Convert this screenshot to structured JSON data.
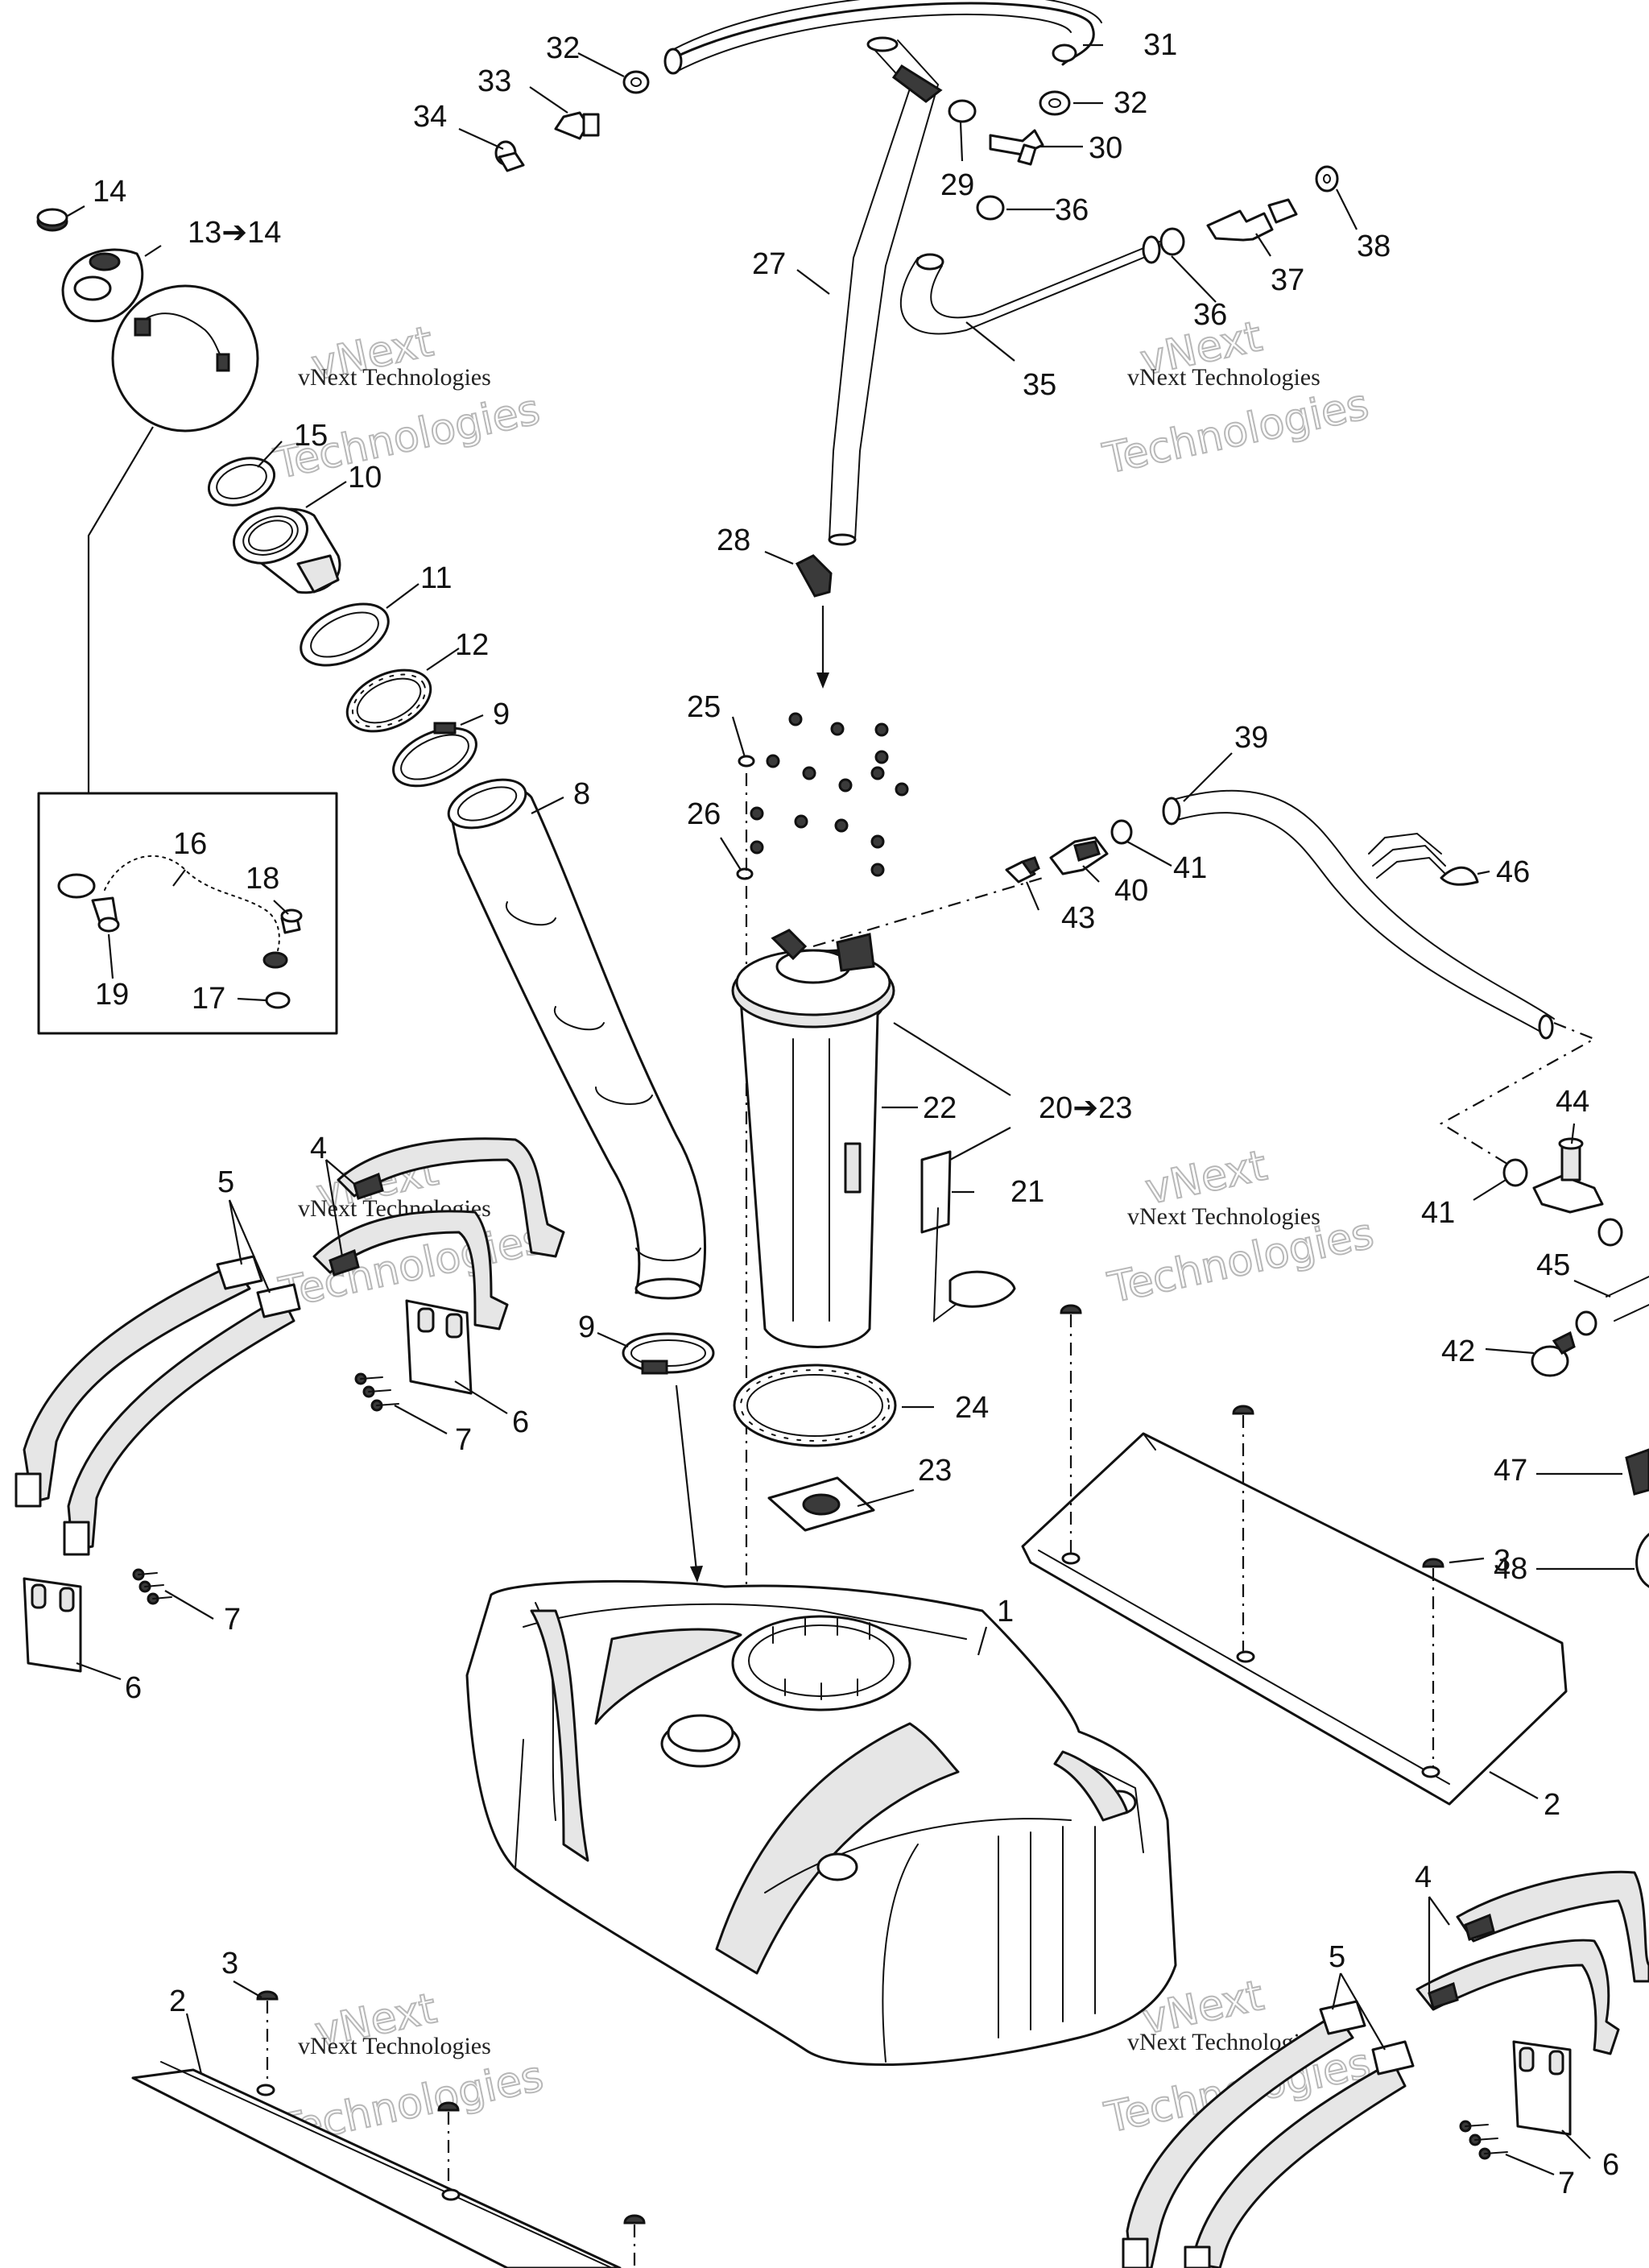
{
  "watermark": {
    "line1": "vNext Technologies",
    "line2": "vNext",
    "line3": "Technologies"
  },
  "callouts": {
    "c1": "1",
    "c2": "2",
    "c3": "3",
    "c4": "4",
    "c5": "5",
    "c6": "6",
    "c7": "7",
    "c8": "8",
    "c9": "9",
    "c10": "10",
    "c11": "11",
    "c12": "12",
    "c13": "13➔14",
    "c14": "14",
    "c15": "15",
    "c16": "16",
    "c17": "17",
    "c18": "18",
    "c19": "19",
    "c20": "20➔23",
    "c21": "21",
    "c22": "22",
    "c23": "23",
    "c24": "24",
    "c25": "25",
    "c26": "26",
    "c27": "27",
    "c28": "28",
    "c29": "29",
    "c30": "30",
    "c31": "31",
    "c32": "32",
    "c33": "33",
    "c34": "34",
    "c35": "35",
    "c36": "36",
    "c37": "37",
    "c38": "38",
    "c39": "39",
    "c40": "40",
    "c41": "41",
    "c42": "42",
    "c43": "43",
    "c44": "44",
    "c45": "45",
    "c46": "46",
    "c47": "47",
    "c48": "48"
  }
}
